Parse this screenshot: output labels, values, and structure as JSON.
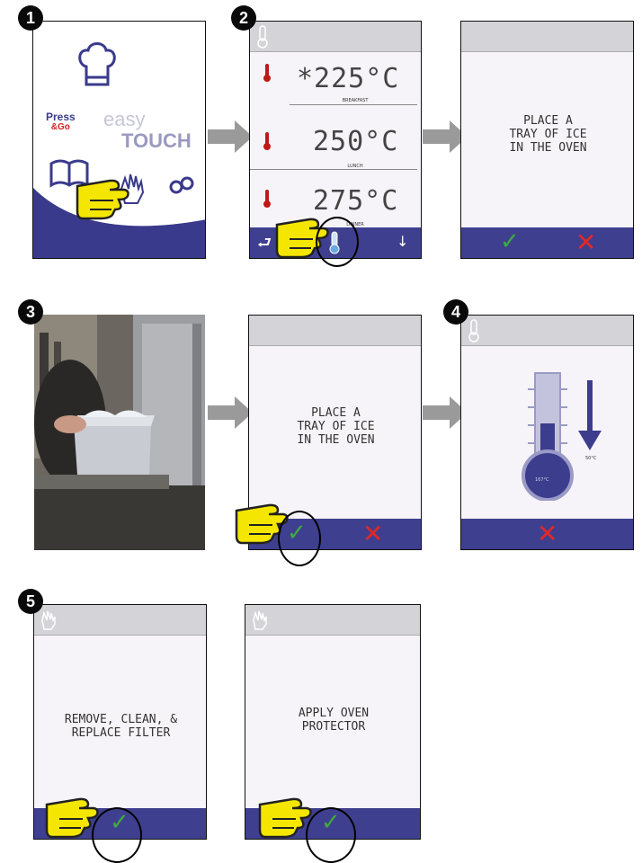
{
  "steps": {
    "s1": "1",
    "s2": "2",
    "s3": "3",
    "s4": "4",
    "s5": "5"
  },
  "panel1": {
    "press": "Press",
    "go": "&Go",
    "easy": "easy",
    "touch": "TOUCH"
  },
  "panel2": {
    "rows": [
      {
        "temp": "*225°C",
        "label": "BREAKFAST"
      },
      {
        "temp": "250°C",
        "label": "LUNCH"
      },
      {
        "temp": "275°C",
        "label": "DINNER"
      }
    ]
  },
  "prompts": {
    "ice": "PLACE A\nTRAY OF ICE\nIN THE OVEN",
    "filter": "REMOVE, CLEAN, &\nREPLACE FILTER",
    "protector": "APPLY OVEN\nPROTECTOR"
  },
  "cooldown": {
    "current": "167°C",
    "target": "50°C"
  },
  "icons": {
    "check": "✓",
    "cross": "✕",
    "down": "↓",
    "back": "⮐"
  },
  "colors": {
    "bar": "#3f3f8f",
    "check": "#3faa3f",
    "cross": "#e02828",
    "hand": "#f4e600"
  }
}
